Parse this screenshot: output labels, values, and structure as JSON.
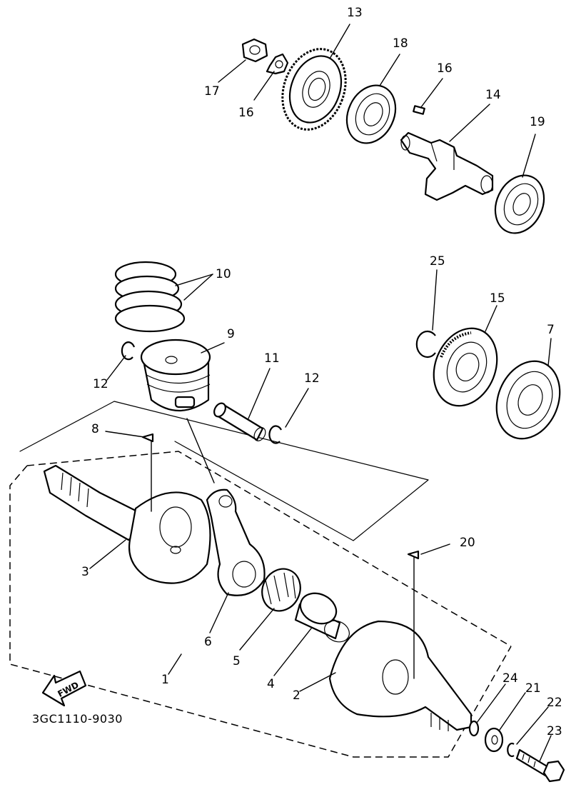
{
  "diagram": {
    "part_code": "3GC1110-9030",
    "fwd_label": "FWD",
    "callouts": [
      {
        "id": "c1",
        "text": "1"
      },
      {
        "id": "c2",
        "text": "2"
      },
      {
        "id": "c3",
        "text": "3"
      },
      {
        "id": "c4",
        "text": "4"
      },
      {
        "id": "c5",
        "text": "5"
      },
      {
        "id": "c6",
        "text": "6"
      },
      {
        "id": "c7",
        "text": "7"
      },
      {
        "id": "c8",
        "text": "8"
      },
      {
        "id": "c9",
        "text": "9"
      },
      {
        "id": "c10",
        "text": "10"
      },
      {
        "id": "c11",
        "text": "11"
      },
      {
        "id": "c12a",
        "text": "12"
      },
      {
        "id": "c12b",
        "text": "12"
      },
      {
        "id": "c13",
        "text": "13"
      },
      {
        "id": "c14",
        "text": "14"
      },
      {
        "id": "c15",
        "text": "15"
      },
      {
        "id": "c16a",
        "text": "16"
      },
      {
        "id": "c16b",
        "text": "16"
      },
      {
        "id": "c17",
        "text": "17"
      },
      {
        "id": "c18",
        "text": "18"
      },
      {
        "id": "c19",
        "text": "19"
      },
      {
        "id": "c20",
        "text": "20"
      },
      {
        "id": "c21",
        "text": "21"
      },
      {
        "id": "c22",
        "text": "22"
      },
      {
        "id": "c23",
        "text": "23"
      },
      {
        "id": "c24",
        "text": "24"
      },
      {
        "id": "c25",
        "text": "25"
      }
    ]
  }
}
